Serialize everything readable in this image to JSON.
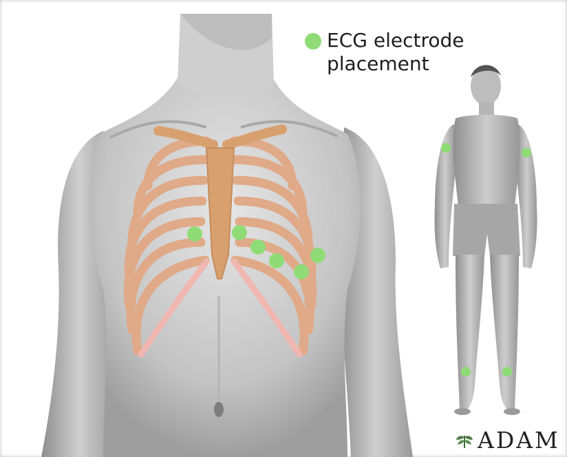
{
  "legend": {
    "label": "ECG electrode placement",
    "marker_icon": "green-circle-icon",
    "marker_color": "#8fdc76"
  },
  "electrodes": {
    "chest_count": 6,
    "limb_count": 4,
    "color": "#8fdc76"
  },
  "logo": {
    "text": "ADAM",
    "icon": "leaf-icon"
  },
  "colors": {
    "skin": "#c9c9c9",
    "rib": "#e0a988",
    "cartilage": "#f0b6b0",
    "sternum": "#d9a06f"
  }
}
